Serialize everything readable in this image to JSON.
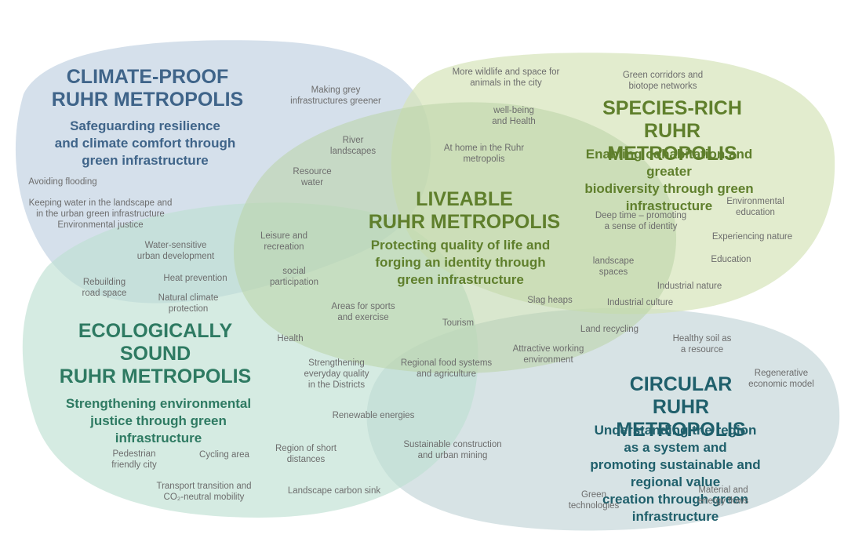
{
  "regions": {
    "climate": {
      "title": "CLIMATE-PROOF\nRUHR METROPOLIS",
      "subtitle": "Safeguarding resilience\nand climate comfort through\ngreen infrastructure",
      "color": "#c7d6e4"
    },
    "species": {
      "title": "SPECIES-RICH\nRUHR METROPOLIS",
      "subtitle": "Enabling cohabitation and greater\nbiodiversity through green infrastructure",
      "color": "#d6e4b9"
    },
    "liveable": {
      "title": "LIVEABLE\nRUHR METROPOLIS",
      "subtitle": "Protecting quality of life and\nforging an identity through\ngreen infrastructure",
      "color": "#b9d3a5"
    },
    "ecological": {
      "title": "ECOLOGICALLY\nSOUND\nRUHR METROPOLIS",
      "subtitle": "Strengthening environmental\njustice through green\ninfrastructure",
      "color": "#bfe0d2"
    },
    "circular": {
      "title": "CIRCULAR\nRUHR METROPOLIS",
      "subtitle": "Understanding the region as a system and\npromoting sustainable and regional value\ncreation through green infrastructure",
      "color": "#c9d9dc"
    }
  },
  "labels": {
    "making_grey": "Making grey\ninfrastructures greener",
    "river": "River\nlandscapes",
    "resource_water": "Resource\nwater",
    "avoiding_flooding": "Avoiding flooding",
    "keeping_water": "Keeping water in the landscape and\nin the urban green infrastructure\nEnvironmental justice",
    "water_sensitive": "Water-sensitive\nurban development",
    "rebuilding_road": "Rebuilding\nroad space",
    "heat_prevention": "Heat prevention",
    "natural_climate": "Natural climate\nprotection",
    "more_wildlife": "More wildlife and space for\nanimals in the city",
    "green_corridors": "Green corridors and\nbiotope networks",
    "wellbeing": "well-being\nand Health",
    "at_home": "At home in the Ruhr\nmetropolis",
    "deep_time": "Deep time – promoting\na sense of identity",
    "env_education": "Environmental\neducation",
    "exp_nature": "Experiencing nature",
    "education": "Education",
    "landscape_spaces": "landscape\nspaces",
    "industrial_nature": "Industrial nature",
    "slag_heaps": "Slag heaps",
    "industrial_culture": "Industrial culture",
    "leisure": "Leisure and\nrecreation",
    "social": "social\nparticipation",
    "areas_sports": "Areas for sports\nand exercise",
    "tourism": "Tourism",
    "land_recycling": "Land recycling",
    "health": "Health",
    "strengthening_everyday": "Strengthening\neveryday quality\nin the Districts",
    "regional_food": "Regional food systems\nand agriculture",
    "attractive_working": "Attractive working\nenvironment",
    "healthy_soil": "Healthy soil as\na resource",
    "regenerative": "Regenerative\neconomic model",
    "renewable": "Renewable energies",
    "sustainable_construction": "Sustainable construction\nand urban mining",
    "pedestrian": "Pedestrian\nfriendly city",
    "cycling": "Cycling area",
    "short_distances": "Region of short\ndistances",
    "transport": "Transport transition and\nCO₂-neutral mobility",
    "carbon_sink": "Landscape carbon sink",
    "green_tech": "Green\ntechnologies",
    "material_flows": "Material and\nenergy flows"
  }
}
